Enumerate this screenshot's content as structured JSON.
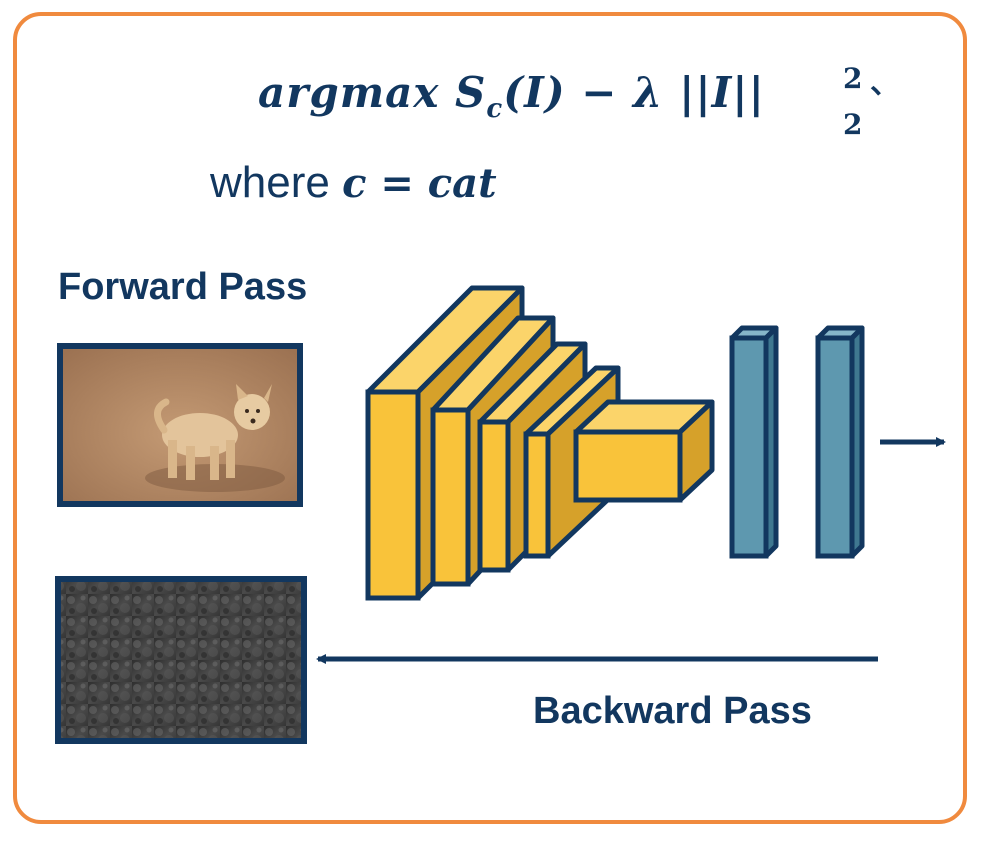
{
  "formula": {
    "main": "argmax S",
    "sub_c": "c",
    "mid": "(I) − λ ||I||",
    "norm_sup": "2",
    "norm_sub": "2",
    "trail": "、"
  },
  "where_line": {
    "word": "where ",
    "condition": "c = cat"
  },
  "labels": {
    "forward": "Forward Pass",
    "backward": "Backward Pass"
  },
  "colors": {
    "frame": "#F08A3E",
    "navy": "#12375F",
    "conv_front": "#F9C33A",
    "conv_top": "#FBD46A",
    "conv_side": "#D6A12A",
    "fc_front": "#5E98AF",
    "fc_top": "#86B6C9",
    "fc_side": "#3F7890"
  },
  "images": {
    "input": "dog-photo",
    "output": "noise-gradient-map"
  }
}
